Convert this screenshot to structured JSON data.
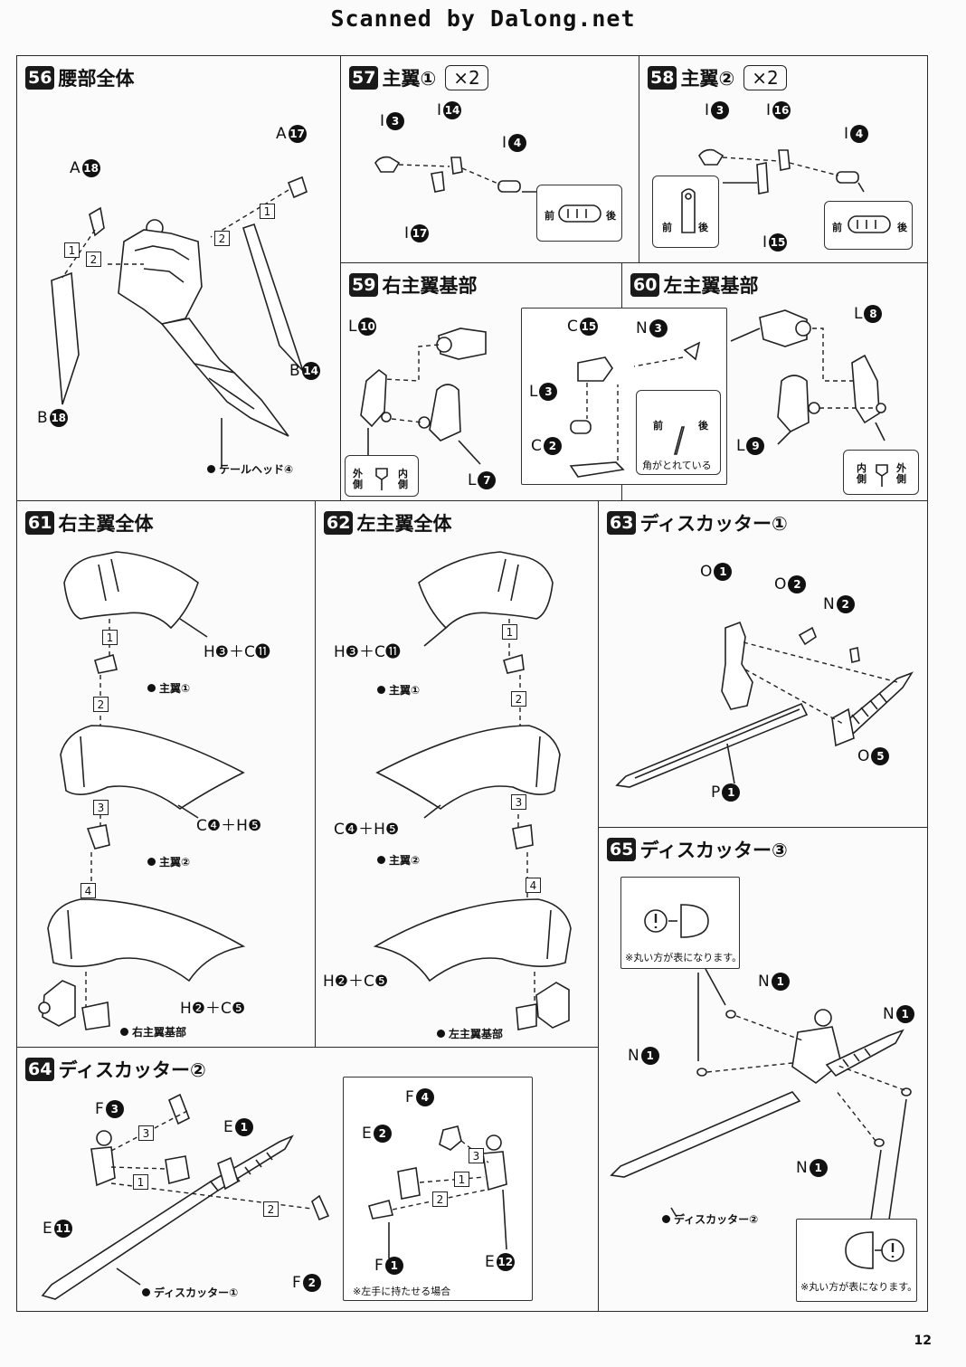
{
  "header": {
    "scan_credit": "Scanned by Dalong.net"
  },
  "page_number": "12",
  "steps": {
    "s56": {
      "num": "56",
      "title": "腰部全体",
      "labels": {
        "a17_l": "A",
        "a17_n": "17",
        "a18_l": "A",
        "a18_n": "18",
        "b14_l": "B",
        "b14_n": "14",
        "b18_l": "B",
        "b18_n": "18"
      },
      "seq": {
        "one_a": "1",
        "two_a": "2",
        "one_b": "1",
        "two_b": "2"
      },
      "ref": "テールヘッド④"
    },
    "s57": {
      "num": "57",
      "title": "主翼①",
      "mult": "×2",
      "labels": {
        "i3_l": "I",
        "i3_n": "3",
        "i14_l": "I",
        "i14_n": "14",
        "i4_l": "I",
        "i4_n": "4",
        "i17_l": "I",
        "i17_n": "17"
      },
      "front": "前",
      "back": "後"
    },
    "s58": {
      "num": "58",
      "title": "主翼②",
      "mult": "×2",
      "labels": {
        "i3_l": "I",
        "i3_n": "3",
        "i16_l": "I",
        "i16_n": "16",
        "i4_l": "I",
        "i4_n": "4",
        "i15_l": "I",
        "i15_n": "15"
      },
      "front": "前",
      "back": "後"
    },
    "s59": {
      "num": "59",
      "title": "右主翼基部",
      "labels": {
        "l10_l": "L",
        "l10_n": "10",
        "l7_l": "L",
        "l7_n": "7"
      },
      "outside": "外側",
      "inside": "内側"
    },
    "s60": {
      "num": "60",
      "title": "左主翼基部",
      "labels": {
        "c15_l": "C",
        "c15_n": "15",
        "n3_l": "N",
        "n3_n": "3",
        "l3_l": "L",
        "l3_n": "3",
        "c2_l": "C",
        "c2_n": "2",
        "l8_l": "L",
        "l8_n": "8",
        "l9_l": "L",
        "l9_n": "9"
      },
      "front": "前",
      "back": "後",
      "note": "角がとれている",
      "inside": "内側",
      "outside": "外側"
    },
    "s61": {
      "num": "61",
      "title": "右主翼全体",
      "labels": {
        "top": "H❸＋C⓫",
        "mid": "C❹＋H❺",
        "bot": "H❷＋C❺"
      },
      "seq": {
        "one": "1",
        "two": "2",
        "three": "3",
        "four": "4"
      },
      "ref_wing1": "主翼①",
      "ref_wing2": "主翼②",
      "ref_base": "右主翼基部"
    },
    "s62": {
      "num": "62",
      "title": "左主翼全体",
      "labels": {
        "top": "H❸＋C⓫",
        "mid": "C❹＋H❺",
        "bot": "H❷＋C❺"
      },
      "seq": {
        "one": "1",
        "two": "2",
        "three": "3",
        "four": "4"
      },
      "ref_wing1": "主翼①",
      "ref_wing2": "主翼②",
      "ref_base": "左主翼基部"
    },
    "s63": {
      "num": "63",
      "title": "ディスカッター①",
      "labels": {
        "o1_l": "O",
        "o1_n": "1",
        "o2_l": "O",
        "o2_n": "2",
        "n2_l": "N",
        "n2_n": "2",
        "o5_l": "O",
        "o5_n": "5",
        "p1_l": "P",
        "p1_n": "1"
      }
    },
    "s64": {
      "num": "64",
      "title": "ディスカッター②",
      "labels": {
        "f3_l": "F",
        "f3_n": "3",
        "e1_l": "E",
        "e1_n": "1",
        "e11_l": "E",
        "e11_n": "11",
        "f2_l": "F",
        "f2_n": "2",
        "f4_l": "F",
        "f4_n": "4",
        "e2_l": "E",
        "e2_n": "2",
        "f1_l": "F",
        "f1_n": "1",
        "e12_l": "E",
        "e12_n": "12"
      },
      "seq": {
        "one": "1",
        "two": "2",
        "three": "3",
        "one_b": "1",
        "two_b": "2",
        "three_b": "3"
      },
      "ref": "ディスカッター①",
      "note": "※左手に持たせる場合"
    },
    "s65": {
      "num": "65",
      "title": "ディスカッター③",
      "labels": {
        "n1a_l": "N",
        "n1a_n": "1",
        "n1b_l": "N",
        "n1b_n": "1",
        "n1c_l": "N",
        "n1c_n": "1",
        "n1d_l": "N",
        "n1d_n": "1"
      },
      "note_top": "※丸い方が表になります。",
      "note_bot": "※丸い方が表になります。",
      "ref": "ディスカッター②"
    }
  }
}
